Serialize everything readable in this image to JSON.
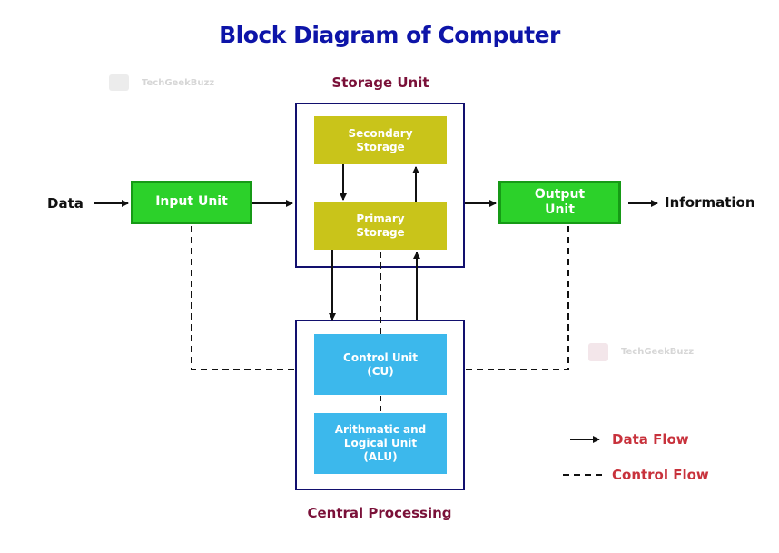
{
  "title": "Block Diagram of Computer",
  "watermarks": [
    "TechGeekBuzz",
    "TechGeekBuzz"
  ],
  "external": {
    "input_label": "Data",
    "output_label": "Information"
  },
  "storage_unit": {
    "label": "Storage Unit",
    "secondary": "Secondary Storage",
    "primary": "Primary Storage"
  },
  "io_units": {
    "input": "Input Unit",
    "output": "Output Unit"
  },
  "cpu": {
    "label": "Central Processing",
    "control_unit": "Control Unit (CU)",
    "alu": "Arithmatic and Logical Unit (ALU)"
  },
  "legend": {
    "data_flow": "Data Flow",
    "control_flow": "Control Flow"
  },
  "colors": {
    "title": "#0d14a8",
    "section_label": "#7a1038",
    "io_unit_fill": "#2cd12a",
    "storage_fill": "#c9c41a",
    "cpu_fill": "#3cb8ec",
    "container_border": "#12106e",
    "legend_text": "#c8323c"
  }
}
